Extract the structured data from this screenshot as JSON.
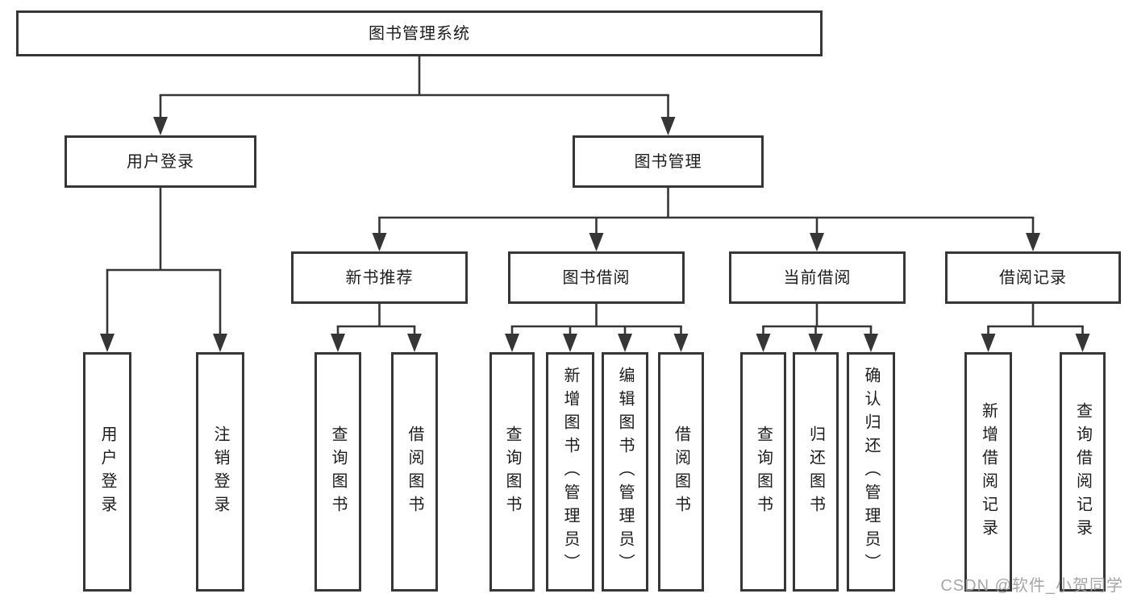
{
  "diagram": {
    "title": "图书管理系统",
    "watermark": "CSDN @软件_小贺同学",
    "line_color": "#363636",
    "nodes": {
      "root": "图书管理系统",
      "user_login": "用户登录",
      "book_mgmt": "图书管理",
      "new_book_rec": "新书推荐",
      "book_borrow": "图书借阅",
      "current_borrow": "当前借阅",
      "borrow_record": "借阅记录",
      "leaf_user_login": "用户登录",
      "leaf_logout": "注销登录",
      "leaf_rec_query": "查询图书",
      "leaf_rec_borrow": "借阅图书",
      "leaf_bb_query": "查询图书",
      "leaf_bb_add": "新增图书（管理员）",
      "leaf_bb_edit": "编辑图书（管理员）",
      "leaf_bb_borrow": "借阅图书",
      "leaf_cb_query": "查询图书",
      "leaf_cb_return": "归还图书",
      "leaf_cb_confirm": "确认归还（管理员）",
      "leaf_br_add": "新增借阅记录",
      "leaf_br_query": "查询借阅记录"
    },
    "edges": [
      [
        "root",
        "user_login"
      ],
      [
        "root",
        "book_mgmt"
      ],
      [
        "user_login",
        "leaf_user_login"
      ],
      [
        "user_login",
        "leaf_logout"
      ],
      [
        "book_mgmt",
        "new_book_rec"
      ],
      [
        "book_mgmt",
        "book_borrow"
      ],
      [
        "book_mgmt",
        "current_borrow"
      ],
      [
        "book_mgmt",
        "borrow_record"
      ],
      [
        "new_book_rec",
        "leaf_rec_query"
      ],
      [
        "new_book_rec",
        "leaf_rec_borrow"
      ],
      [
        "book_borrow",
        "leaf_bb_query"
      ],
      [
        "book_borrow",
        "leaf_bb_add"
      ],
      [
        "book_borrow",
        "leaf_bb_edit"
      ],
      [
        "book_borrow",
        "leaf_bb_borrow"
      ],
      [
        "current_borrow",
        "leaf_cb_query"
      ],
      [
        "current_borrow",
        "leaf_cb_return"
      ],
      [
        "current_borrow",
        "leaf_cb_confirm"
      ],
      [
        "borrow_record",
        "leaf_br_add"
      ],
      [
        "borrow_record",
        "leaf_br_query"
      ]
    ]
  }
}
